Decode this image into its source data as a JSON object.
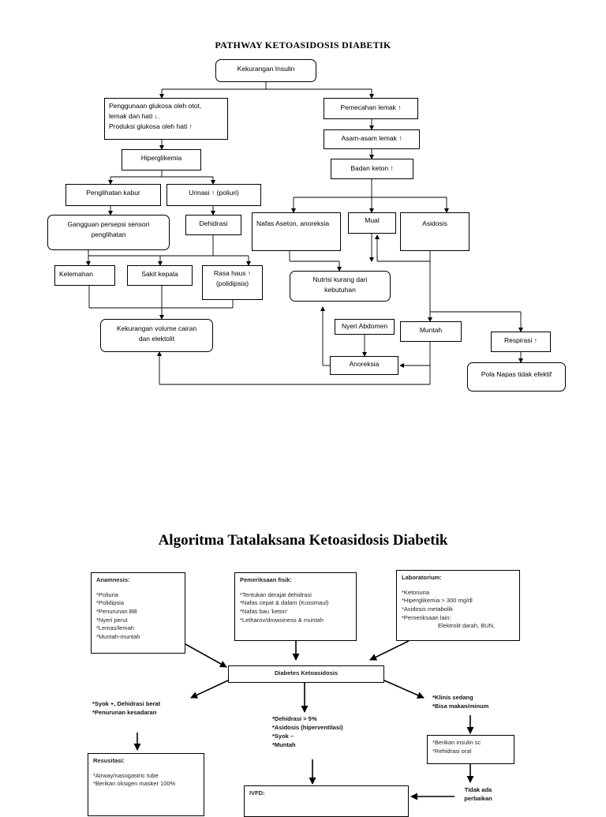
{
  "pathway": {
    "title": "PATHWAY KETOASIDOSIS DIABETIK",
    "nodes": {
      "kekurangan_insulin": "Kekurangan Insulin",
      "penggunaan_glukosa": [
        "Penggunaan glukosa oleh otot,",
        "lemak dan hati ↓.",
        "Produksi glukosa oleh hati ↑"
      ],
      "pemecahan_lemak": "Pemecahan lemak ↑",
      "asam_lemak": "Asam-asam lemak ↑",
      "badan_keton": "Badan keton ↑",
      "hiperglikemia": "Hiperglikemia",
      "penglihatan_kabur": "Penglihatan kabur",
      "urinasi": "Urinasi ↑ (poliuri)",
      "gangguan_persepsi": [
        "Gangguan persepsi sensori",
        "penglihatan"
      ],
      "dehidrasi": "Dehidrasi",
      "nafas_aseton": "Nafas Aseton, anoreksia",
      "mual": "Mual",
      "asidosis": "Asidosis",
      "kelemahan": "Kelemahan",
      "sakit_kepala": "Sakit kepala",
      "rasa_haus": [
        "Rasa haus ↑",
        "(polidipsia)"
      ],
      "nutrisi_kurang": [
        "Nutrisi kurang dari",
        "kebutuhan"
      ],
      "kekurangan_volume": [
        "Kekurangan volume cairan",
        "dan elektolit"
      ],
      "nyeri_abdomen": "Nyeri Abdomen",
      "muntah": "Muntah",
      "respirasi": "Respirasi ↑",
      "anoreksia": "Anoreksia",
      "pola_napas": "Pola Napas tidak efektif"
    }
  },
  "algoritma": {
    "title": "Algoritma Tatalaksana Ketoasidosis Diabetik",
    "anamnesis": {
      "heading": "Anamnesis:",
      "items": [
        "*Poliuria",
        "*Polidipsia",
        "*Penurunan BB",
        "*Nyeri perut",
        "*Lemas/lemah",
        "*Muntah-muntah"
      ]
    },
    "pemeriksaan_fisik": {
      "heading": "Pemeriksaan fisik:",
      "items": [
        "*Tentukan derajat dehidrasi",
        "*Nafas cepat & dalam (Kussmaul)",
        "*Nafas bau 'keton'",
        "*Letharov/drowsiness & muntah"
      ]
    },
    "laboratorium": {
      "heading": "Laboratorium:",
      "items": [
        "*Ketonuria",
        "*Hiperglikemia > 300 mg/dl",
        "*Asidosis metabolik",
        "*Pemeriksaan lain:"
      ],
      "extra": "Elektrolit darah, BUN,"
    },
    "diagnosis": "Diabetes Ketoasidosis",
    "kiri": [
      "*Syok +, Dehidrasi berat",
      "*Penurunan kesadaran"
    ],
    "tengah": [
      "*Dehidrasi > 5%",
      "*Asidosis (hiperventilasi)",
      "*Syok –",
      "*Muntah"
    ],
    "kanan": [
      "*Klinis sedang",
      "*Bisa makan/minum"
    ],
    "insulin_sc": [
      "*Berikan insulin sc",
      "*Rehidrasi oral"
    ],
    "tidak_ada_perbaikan": [
      "Tidak ada",
      "perbaikan"
    ],
    "resusitasi": {
      "heading": "Resusitasi:",
      "items": [
        "*Airway/nasogastric tube",
        "*Berikan oksigen masker 100%"
      ]
    },
    "ivfd": {
      "heading": "IVFD:"
    }
  }
}
